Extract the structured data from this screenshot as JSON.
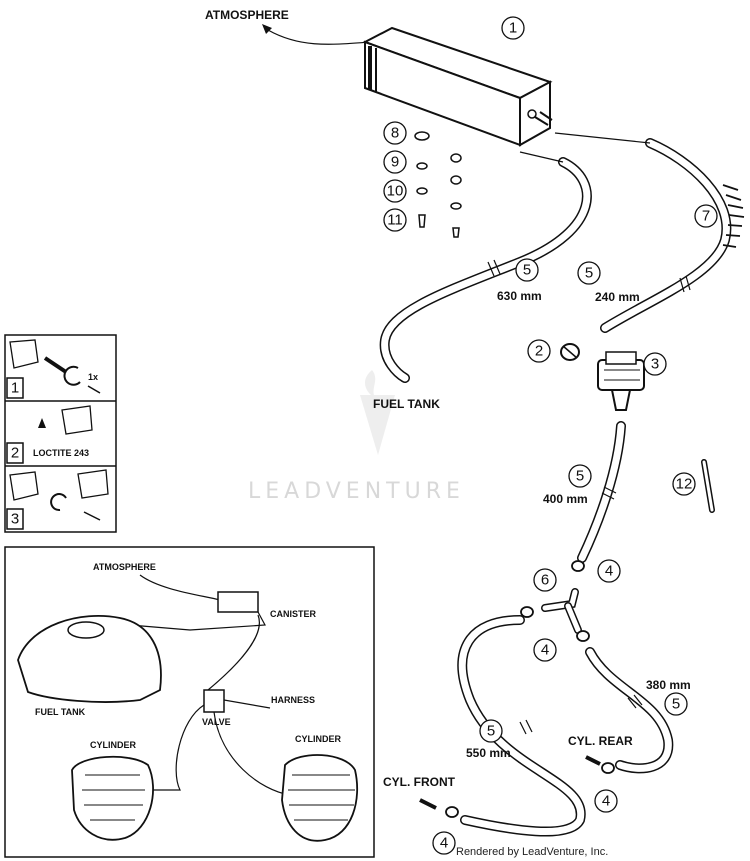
{
  "labels": {
    "atmosphere": "ATMOSPHERE",
    "fuel_tank": "FUEL TANK",
    "cyl_front": "CYL. FRONT",
    "cyl_rear": "CYL. REAR"
  },
  "hose_lengths": {
    "h630": "630 mm",
    "h240": "240 mm",
    "h400": "400 mm",
    "h550": "550 mm",
    "h380": "380 mm"
  },
  "callouts": {
    "n1": "1",
    "n2": "2",
    "n3": "3",
    "n4": "4",
    "n5": "5",
    "n6": "6",
    "n7": "7",
    "n8": "8",
    "n9": "9",
    "n10": "10",
    "n11": "11",
    "n12": "12"
  },
  "steps": {
    "s1": "1",
    "s1_note": "1x",
    "s2": "2",
    "s2_note": "LOCTITE 243",
    "s3": "3"
  },
  "inset": {
    "atmosphere": "ATMOSPHERE",
    "canister": "CANISTER",
    "fuel_tank": "FUEL TANK",
    "valve": "VALVE",
    "harness": "HARNESS",
    "cylinder_left": "CYLINDER",
    "cylinder_right": "CYLINDER"
  },
  "watermark": "LEADVENTURE",
  "credit": "Rendered by LeadVenture, Inc."
}
